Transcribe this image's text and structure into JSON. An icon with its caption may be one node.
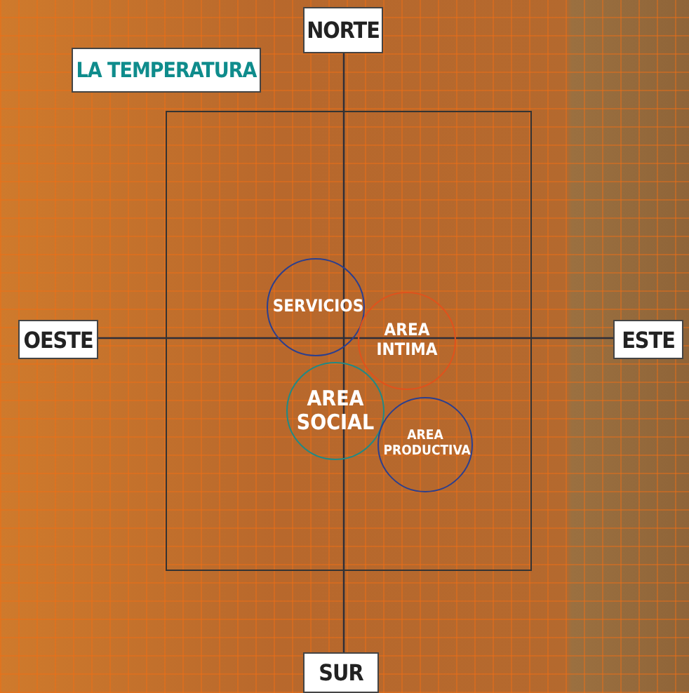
{
  "diagram": {
    "title": "LA TEMPERATURA",
    "nodes": [
      {
        "text": [
          "NORTE"
        ]
      },
      {
        "text": [],
        "shape": "box"
      },
      {
        "text": [
          "OESTE"
        ]
      },
      {
        "text": [
          "SERVICIOS"
        ],
        "in": 1
      },
      {
        "text": [
          "AREA INTIMA"
        ],
        "in": 1
      },
      {
        "text": [
          "ESTE"
        ]
      },
      {
        "text": [
          "AREA SOCIAL"
        ],
        "in": 1
      },
      {
        "text": [
          "AREA PRODUCTIVA"
        ],
        "in": 1
      },
      {
        "text": [
          "SUR"
        ]
      }
    ]
  }
}
